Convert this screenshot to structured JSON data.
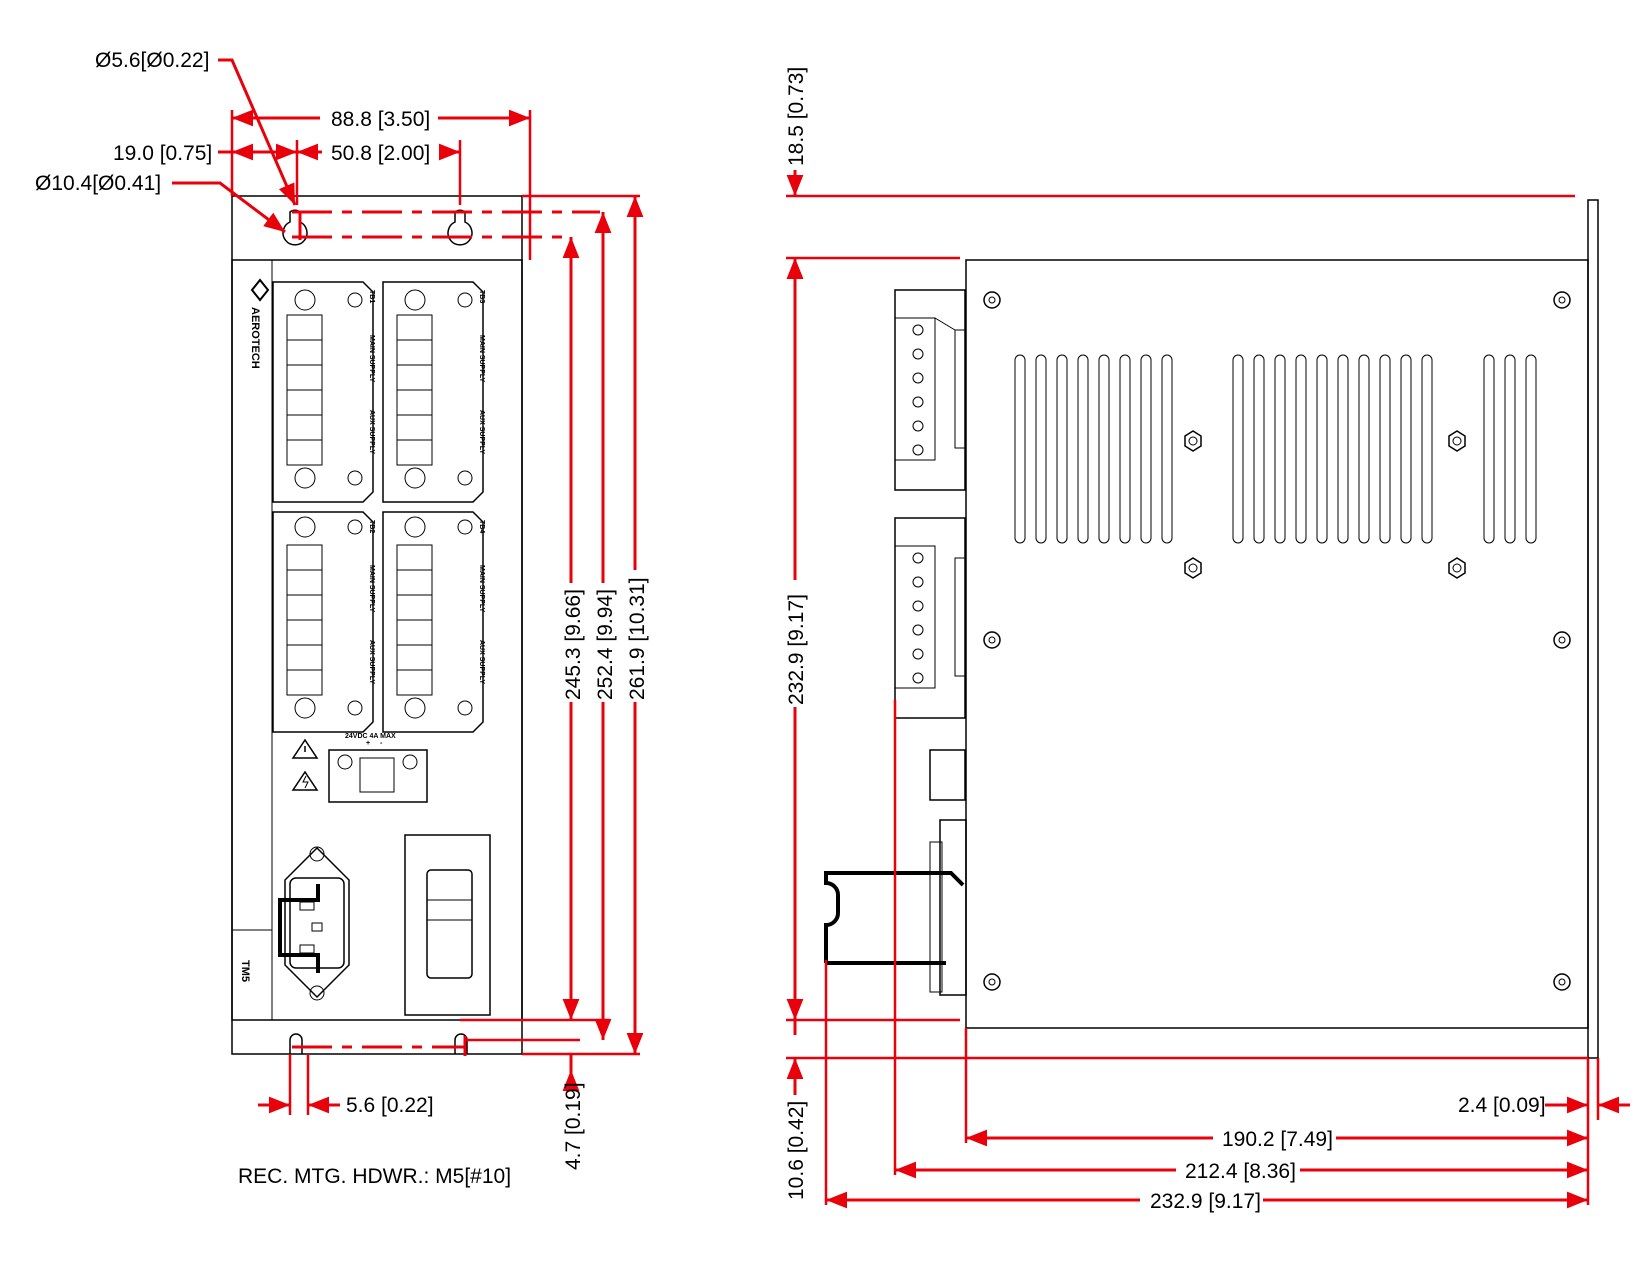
{
  "front_view": {
    "dims": {
      "mount_hole_dia": "Ø5.6[Ø0.22]",
      "overall_width": "88.8 [3.50]",
      "hole_offset": "19.0 [0.75]",
      "hole_spacing": "50.8 [2.00]",
      "keyhole_dia": "Ø10.4[Ø0.41]",
      "slot_width": "5.6 [0.22]",
      "bottom_offset": "4.7 [0.19]",
      "height_holes": "245.3 [9.66]",
      "height_slots": "252.4 [9.94]",
      "height_overall": "261.9 [10.31]"
    },
    "brand": "AEROTECH",
    "model": "TM5",
    "power_rating": "24VDC 4A MAX",
    "polarity_plus": "+",
    "polarity_minus": "-",
    "terminals": [
      {
        "id": "TB1",
        "main": "MAIN SUPPLY",
        "aux": "AUX SUPPLY"
      },
      {
        "id": "TB3",
        "main": "MAIN SUPPLY",
        "aux": "AUX SUPPLY"
      },
      {
        "id": "TB2",
        "main": "MAIN SUPPLY",
        "aux": "AUX SUPPLY"
      },
      {
        "id": "TB4",
        "main": "MAIN SUPPLY",
        "aux": "AUX SUPPLY"
      }
    ],
    "note": "REC. MTG. HDWR.: M5[#10]"
  },
  "side_view": {
    "dims": {
      "top_offset": "18.5 [0.73]",
      "body_height": "232.9 [9.17]",
      "bottom_offset": "10.6 [0.42]",
      "flange_thickness": "2.4 [0.09]",
      "depth_body": "190.2 [7.49]",
      "depth_connectors": "212.4 [8.36]",
      "depth_overall": "232.9 [9.17]"
    }
  }
}
